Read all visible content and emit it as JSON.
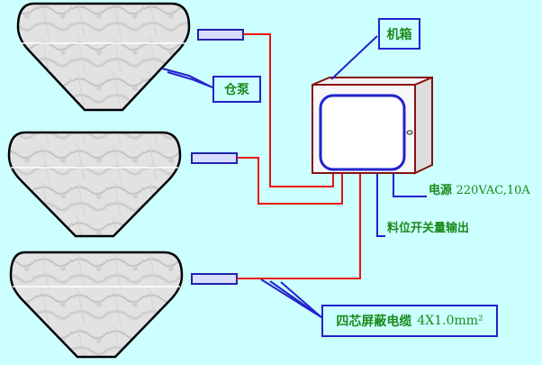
{
  "labels": {
    "cabinet": "机箱",
    "silo_pump": "仓泵",
    "power": "电源",
    "power_spec": "220VAC,10A",
    "level_output": "料位开关量输出",
    "cable": "四芯屏蔽电缆",
    "cable_spec": "4X1.0mm²"
  },
  "colors": {
    "background": "#ccffff",
    "signal_wire": "#ee1111",
    "callout_line": "#2222cc",
    "label_text": "#1a8a1a",
    "cabinet_border": "#881111",
    "sensor": "#d8dcff"
  },
  "icons": {
    "silo": "silo-hopper-icon",
    "sensor": "level-sensor-icon",
    "cabinet": "control-cabinet-icon"
  }
}
